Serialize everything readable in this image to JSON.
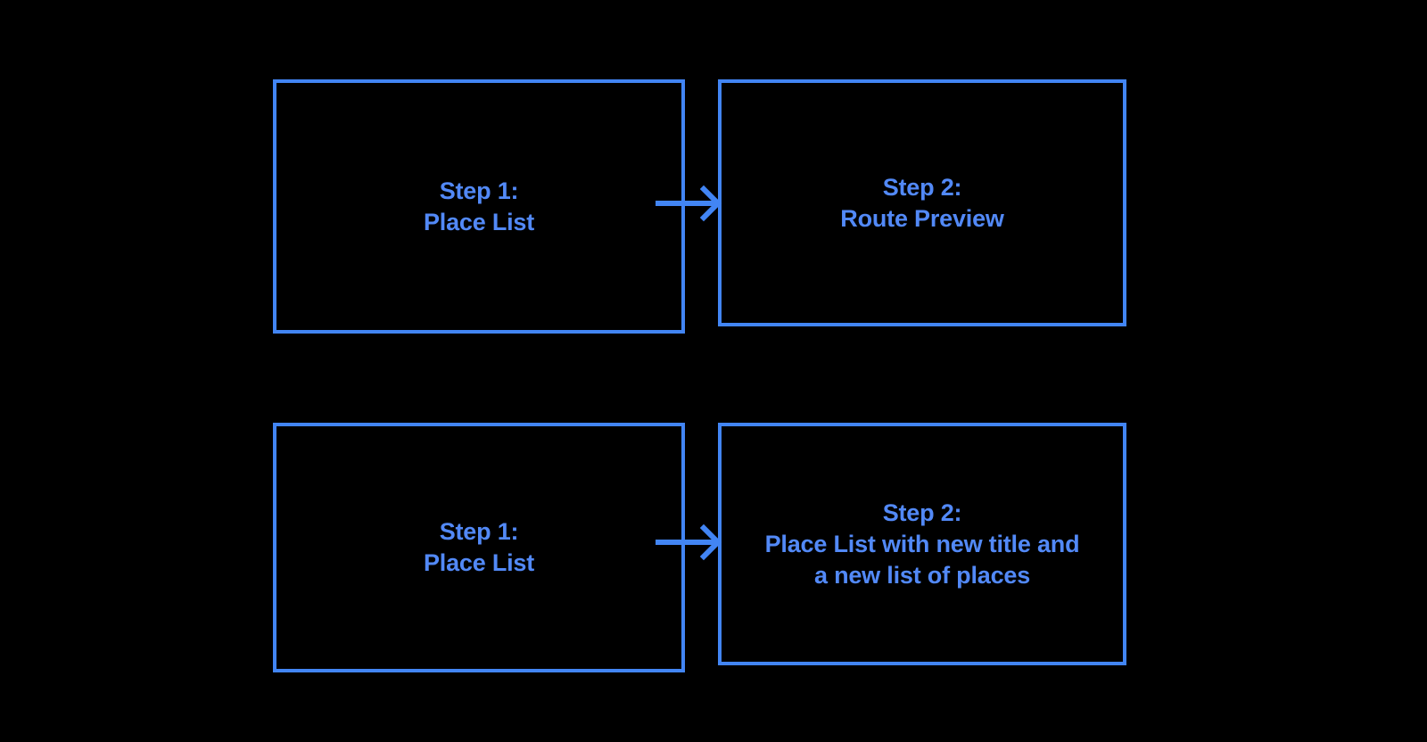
{
  "diagram": {
    "background_color": "#000000",
    "accent_color": "#4285f4",
    "text_color": "#5289f7",
    "flows": [
      {
        "id": "route-preview-flow",
        "from": {
          "id": "step1-top",
          "label": "Step 1:\nPlace List"
        },
        "connector": {
          "id": "arrow-top",
          "icon": "arrow-right-icon"
        },
        "to": {
          "id": "step2-top",
          "label": "Step 2:\nRoute Preview"
        }
      },
      {
        "id": "new-list-flow",
        "from": {
          "id": "step1-bottom",
          "label": "Step 1:\nPlace List"
        },
        "connector": {
          "id": "arrow-bottom",
          "icon": "arrow-right-icon"
        },
        "to": {
          "id": "step2-bottom",
          "label": "Step 2:\nPlace List with new title and\na new list of places"
        }
      }
    ]
  }
}
